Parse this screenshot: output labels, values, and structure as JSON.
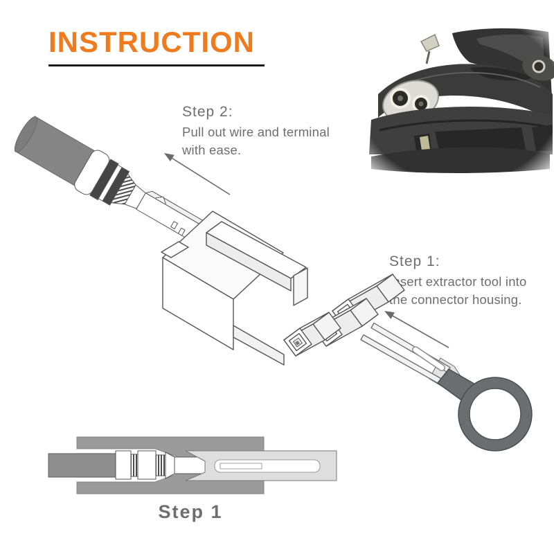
{
  "header": {
    "title": "INSTRUCTION"
  },
  "annotations": {
    "step2": {
      "label": "Step 2:",
      "line1": "Pull out wire and terminal",
      "line2": "with ease."
    },
    "step1": {
      "label": "Step 1:",
      "line1": "Insert extractor tool into",
      "line2": "the connector housing."
    },
    "bottom_caption": "Step 1"
  },
  "illustrations": {
    "car_photo": "black-sports-car-front-view",
    "wire_terminal": "crimped-wire-with-terminal-isometric",
    "connector_housing": "three-socket-connector-housing-isometric",
    "extractor_tool": "fork-extractor-tool-with-ring-handle",
    "cross_section": "terminal-and-tool-inside-housing-cross-section",
    "step2_arrow": "arrow-pointing-up-left",
    "step1_arrow": "arrow-pointing-up-left"
  },
  "colors": {
    "accent": "#F07A1E",
    "underline": "#1A1A1A",
    "text_gray": "#6E6E6E",
    "art_line": "#595959",
    "wire_gray": "#858585",
    "crimp_dark": "#454545",
    "housing_white": "#FFFFFF",
    "housing_shade": "#EDEDED",
    "tool_fork": "#F0F0F0",
    "tool_handle": "#6B6E70",
    "section_block": "#9B9B9B",
    "section_wire": "#8E8E8E",
    "section_blade": "#DEDEDE",
    "car_body": "#242424"
  }
}
